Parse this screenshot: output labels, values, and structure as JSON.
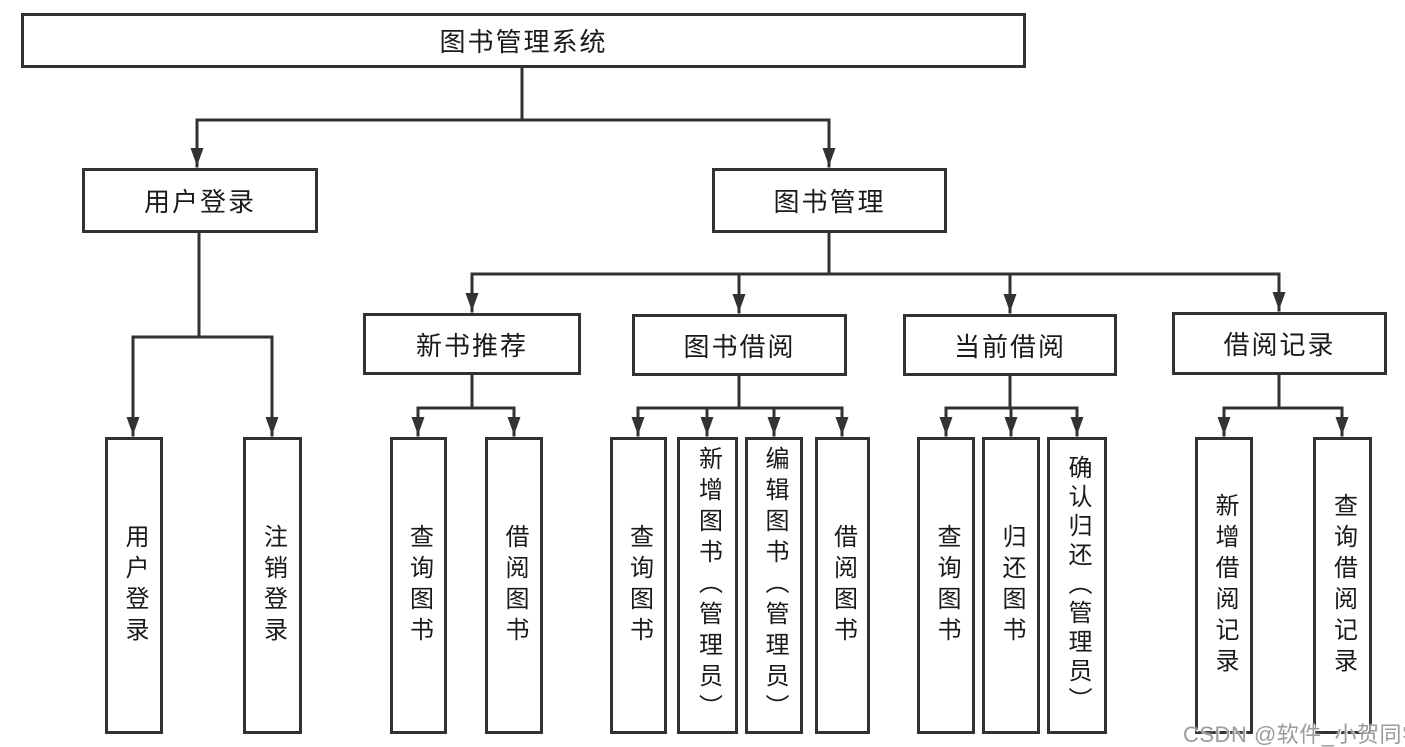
{
  "watermark": "CSDN @软件_小贺同学",
  "tree": {
    "label": "图书管理系统",
    "children": [
      {
        "label": "用户登录",
        "children": [
          {
            "label": "用户登录"
          },
          {
            "label": "注销登录"
          }
        ]
      },
      {
        "label": "图书管理",
        "children": [
          {
            "label": "新书推荐",
            "children": [
              {
                "label": "查询图书"
              },
              {
                "label": "借阅图书"
              }
            ]
          },
          {
            "label": "图书借阅",
            "children": [
              {
                "label": "查询图书"
              },
              {
                "label": "新增图书（管理员）"
              },
              {
                "label": "编辑图书（管理员）"
              },
              {
                "label": "借阅图书"
              }
            ]
          },
          {
            "label": "当前借阅",
            "children": [
              {
                "label": "查询图书"
              },
              {
                "label": "归还图书"
              },
              {
                "label": "确认归还（管理员）"
              }
            ]
          },
          {
            "label": "借阅记录",
            "children": [
              {
                "label": "新增借阅记录"
              },
              {
                "label": "查询借阅记录"
              }
            ]
          }
        ]
      }
    ]
  }
}
